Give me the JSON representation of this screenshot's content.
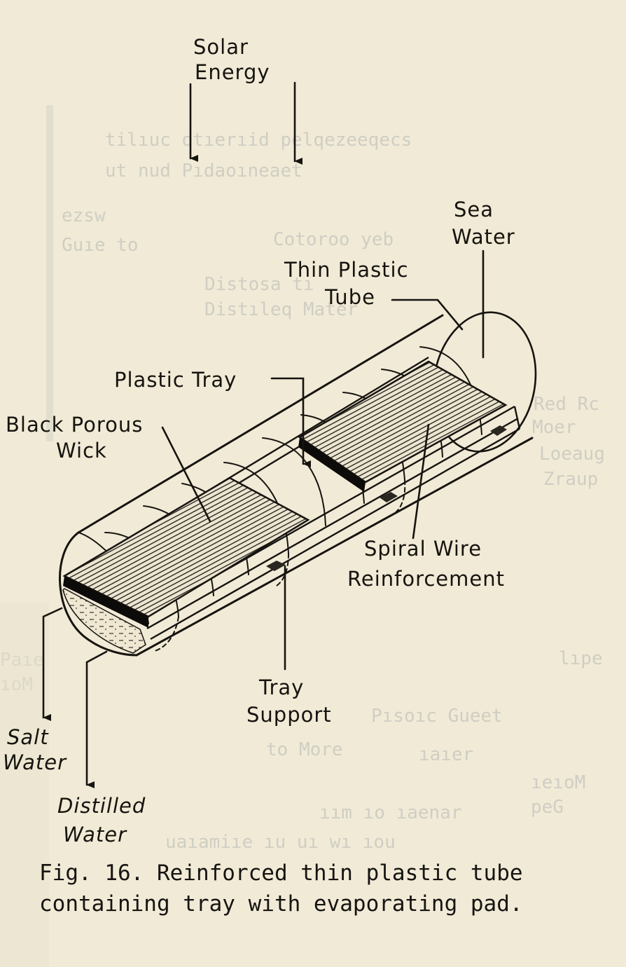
{
  "labels": {
    "solar_energy": [
      "Solar",
      "Energy"
    ],
    "sea_water": [
      "Sea",
      "Water"
    ],
    "thin_plastic_tube": [
      "Thin Plastic",
      "Tube"
    ],
    "plastic_tray": "Plastic Tray",
    "black_porous_wick": [
      "Black Porous",
      "Wick"
    ],
    "spiral_wire_reinforcement": [
      "Spiral  Wire",
      "Reinforcement"
    ],
    "tray_support": [
      "Tray",
      "Support"
    ],
    "salt_water": [
      "Salt",
      "Water"
    ],
    "distilled_water": [
      "Distilled",
      "Water"
    ]
  },
  "caption": "Fig. 16.  Reinforced thin plastic tube containing tray with evaporating pad.",
  "colors": {
    "paper": "#f1ead6",
    "ink": "#161410"
  }
}
